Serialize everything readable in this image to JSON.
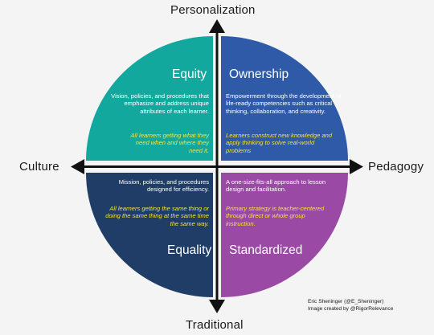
{
  "axes": {
    "top": "Personalization",
    "bottom": "Traditional",
    "left": "Culture",
    "right": "Pedagogy"
  },
  "quadrants": {
    "top_left": {
      "title": "Equity",
      "description": "Vision, policies, and procedures that emphasize and address unique attributes of each learner.",
      "note": "All learners getting what they need when and where they need it.",
      "color": "#13a89e"
    },
    "top_right": {
      "title": "Ownership",
      "description": "Empowerment through the development of life-ready competencies such as critical thinking, collaboration, and creativity.",
      "note": "Learners construct new knowledge and apply thinking to solve real-world problems",
      "color": "#2e5aa8"
    },
    "bottom_left": {
      "title": "Equality",
      "description": "Mission, policies, and procedures designed for efficiency.",
      "note": "All learners getting the same thing or doing the same thing at the same time the same way.",
      "color": "#1f3d66"
    },
    "bottom_right": {
      "title": "Standardized",
      "description": "A one-size-fits-all approach to lesson design and facilitation.",
      "note": "Primary strategy is teacher-centered through direct or whole group instruction.",
      "color": "#9a4aa4"
    }
  },
  "credits": {
    "line1": "Eric Sheninger (@E_Sheninger)",
    "line2": "Image created by @RigorRelevance"
  },
  "colors": {
    "background": "#f4f4f4",
    "axis": "#111111",
    "note": "#f2e33c"
  }
}
